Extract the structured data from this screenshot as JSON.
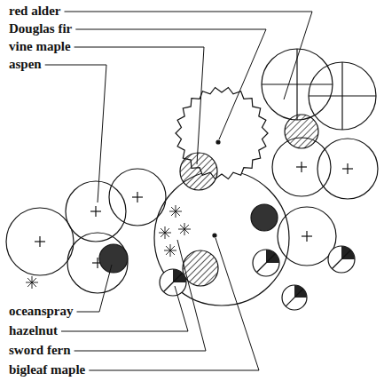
{
  "diagram": {
    "labels": [
      "red alder",
      "Douglas fir",
      "vine maple",
      "aspen",
      "oceanspray",
      "hazelnut",
      "sword fern",
      "bigleaf maple"
    ]
  }
}
